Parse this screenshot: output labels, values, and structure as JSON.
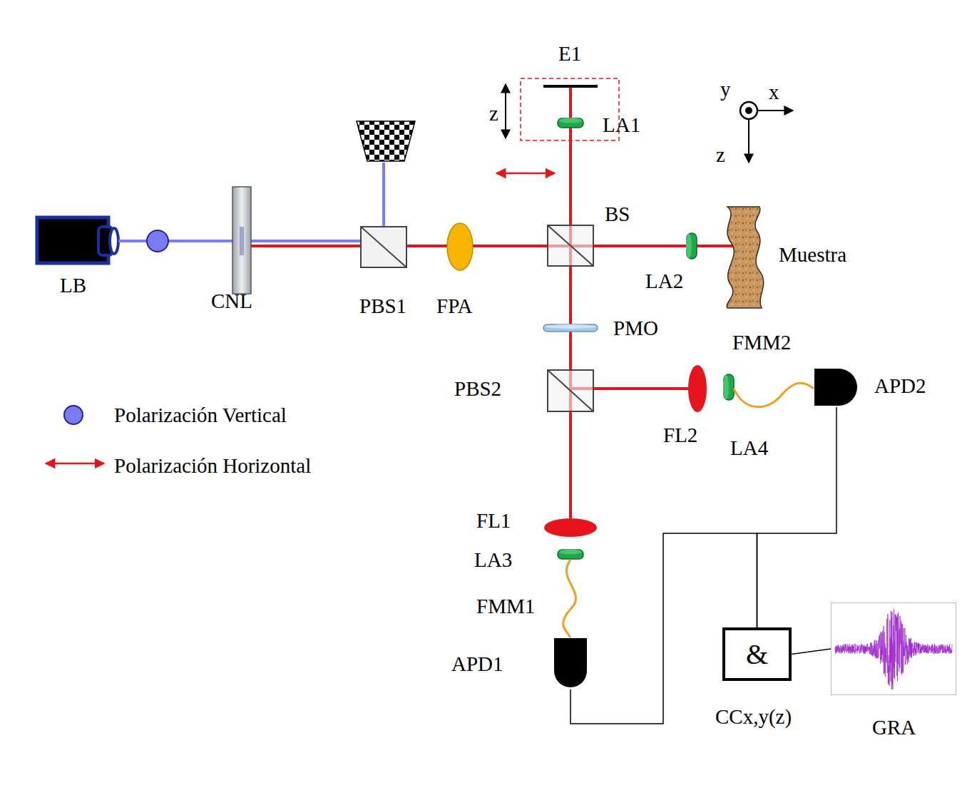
{
  "diagram": {
    "nodes": [
      {
        "text": [
          "APD2"
        ]
      },
      {
        "text": [
          "APD1"
        ]
      },
      {
        "text": [
          "&",
          "CCx,y(z)"
        ]
      },
      {
        "text": [
          "GRA"
        ]
      }
    ],
    "edges": [
      {
        "from": 1,
        "to": 2,
        "arrow": "none"
      },
      {
        "from": 0,
        "to": 2,
        "arrow": "none"
      },
      {
        "from": 2,
        "to": 3,
        "arrow": "none"
      }
    ],
    "labels": [
      "E1",
      "z",
      "LA1",
      "y",
      "x",
      "z",
      "BS",
      "Muestra",
      "LB",
      "CNL",
      "PBS1",
      "FPA",
      "LA2",
      "PMO",
      "FMM2",
      "PBS2",
      "FL2",
      "LA4",
      "FL1",
      "LA3",
      "FMM1"
    ],
    "legend": [
      {
        "text": "Polarización Vertical"
      },
      {
        "text": "Polarización Horizontal"
      }
    ]
  }
}
